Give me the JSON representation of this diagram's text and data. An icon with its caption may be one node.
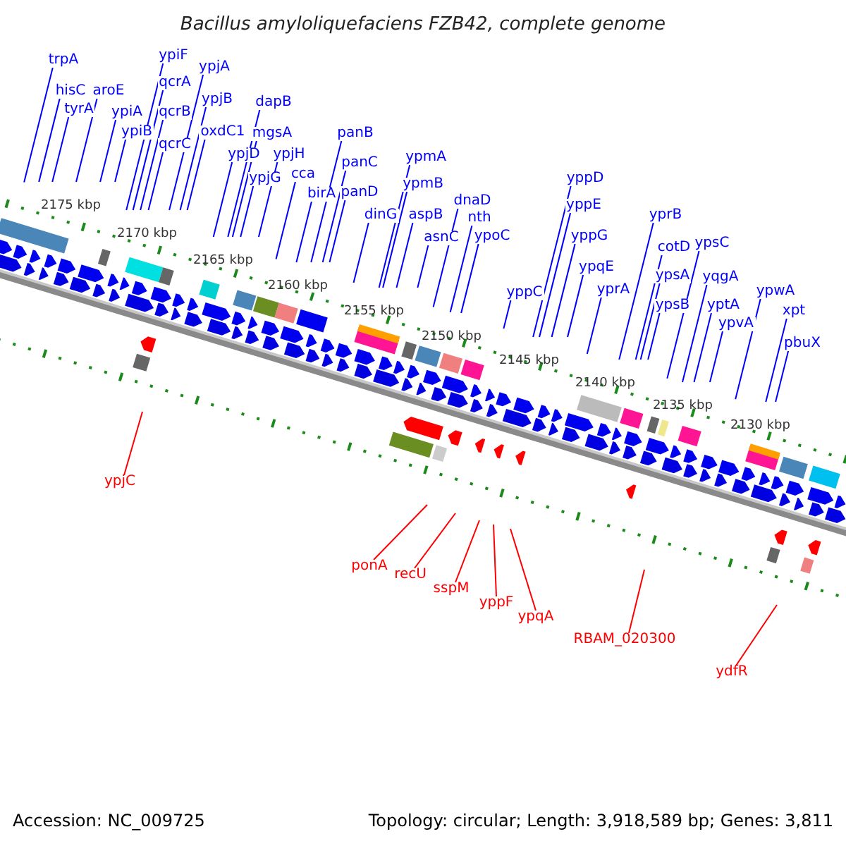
{
  "diagram": {
    "title": "Bacillus amyloliquefaciens FZB42, complete genome",
    "nodes": [
      {
        "text": [
          "trpA"
        ]
      },
      {
        "text": [
          "hisC"
        ]
      },
      {
        "text": [
          "tyrA"
        ]
      },
      {
        "text": [
          "aroE"
        ]
      },
      {
        "text": [
          "ypiA"
        ]
      },
      {
        "text": [
          "ypiB"
        ]
      },
      {
        "text": [
          "ypiF"
        ]
      },
      {
        "text": [
          "qcrA"
        ]
      },
      {
        "text": [
          "qcrB"
        ]
      },
      {
        "text": [
          "qcrC"
        ]
      },
      {
        "text": [
          "ypjA"
        ]
      },
      {
        "text": [
          "ypjB"
        ]
      },
      {
        "text": [
          "oxdC1"
        ]
      },
      {
        "text": [
          "dapB"
        ]
      },
      {
        "text": [
          "mgsA"
        ]
      },
      {
        "text": [
          "ypjD"
        ]
      },
      {
        "text": [
          "ypjG"
        ]
      },
      {
        "text": [
          "ypjH"
        ]
      },
      {
        "text": [
          "cca"
        ]
      },
      {
        "text": [
          "birA"
        ]
      },
      {
        "text": [
          "panB"
        ]
      },
      {
        "text": [
          "panC"
        ]
      },
      {
        "text": [
          "panD"
        ]
      },
      {
        "text": [
          "dinG"
        ]
      },
      {
        "text": [
          "ypmA"
        ]
      },
      {
        "text": [
          "ypmB"
        ]
      },
      {
        "text": [
          "aspB"
        ]
      },
      {
        "text": [
          "asnC"
        ]
      },
      {
        "text": [
          "dnaD"
        ]
      },
      {
        "text": [
          "nth"
        ]
      },
      {
        "text": [
          "ypoC"
        ]
      },
      {
        "text": [
          "yppC"
        ]
      },
      {
        "text": [
          "yppD"
        ]
      },
      {
        "text": [
          "yppE"
        ]
      },
      {
        "text": [
          "yppG"
        ]
      },
      {
        "text": [
          "ypqE"
        ]
      },
      {
        "text": [
          "yprA"
        ]
      },
      {
        "text": [
          "yprB"
        ]
      },
      {
        "text": [
          "cotD"
        ]
      },
      {
        "text": [
          "ypsA"
        ]
      },
      {
        "text": [
          "ypsB"
        ]
      },
      {
        "text": [
          "ypsC"
        ]
      },
      {
        "text": [
          "yqgA"
        ]
      },
      {
        "text": [
          "yptA"
        ]
      },
      {
        "text": [
          "ypvA"
        ]
      },
      {
        "text": [
          "ypwA"
        ]
      },
      {
        "text": [
          "xpt"
        ]
      },
      {
        "text": [
          "pbuX"
        ]
      },
      {
        "text": [
          "ypjC"
        ]
      },
      {
        "text": [
          "ponA"
        ]
      },
      {
        "text": [
          "recU"
        ]
      },
      {
        "text": [
          "sspM"
        ]
      },
      {
        "text": [
          "yppF"
        ]
      },
      {
        "text": [
          "ypqA"
        ]
      },
      {
        "text": [
          "RBAM_020300"
        ]
      },
      {
        "text": [
          "ydfR"
        ]
      }
    ],
    "edges": [
      {
        "from": 0,
        "to": null,
        "arrow": "none"
      },
      {
        "from": 1,
        "to": null,
        "arrow": "none"
      },
      {
        "from": 2,
        "to": null,
        "arrow": "none"
      },
      {
        "from": 3,
        "to": null,
        "arrow": "none"
      },
      {
        "from": 4,
        "to": null,
        "arrow": "none"
      },
      {
        "from": 5,
        "to": null,
        "arrow": "none"
      },
      {
        "from": 6,
        "to": null,
        "arrow": "none"
      },
      {
        "from": 7,
        "to": null,
        "arrow": "none"
      },
      {
        "from": 8,
        "to": null,
        "arrow": "none"
      },
      {
        "from": 9,
        "to": null,
        "arrow": "none"
      },
      {
        "from": 10,
        "to": null,
        "arrow": "none"
      },
      {
        "from": 11,
        "to": null,
        "arrow": "none"
      },
      {
        "from": 12,
        "to": null,
        "arrow": "none"
      },
      {
        "from": 13,
        "to": null,
        "arrow": "none"
      },
      {
        "from": 14,
        "to": null,
        "arrow": "none"
      },
      {
        "from": 15,
        "to": null,
        "arrow": "none"
      },
      {
        "from": 16,
        "to": null,
        "arrow": "none"
      },
      {
        "from": 17,
        "to": null,
        "arrow": "none"
      },
      {
        "from": 18,
        "to": null,
        "arrow": "none"
      },
      {
        "from": 19,
        "to": null,
        "arrow": "none"
      },
      {
        "from": 20,
        "to": null,
        "arrow": "none"
      },
      {
        "from": 21,
        "to": null,
        "arrow": "none"
      },
      {
        "from": 22,
        "to": null,
        "arrow": "none"
      },
      {
        "from": 23,
        "to": null,
        "arrow": "none"
      },
      {
        "from": 24,
        "to": null,
        "arrow": "none"
      },
      {
        "from": 25,
        "to": null,
        "arrow": "none"
      },
      {
        "from": 26,
        "to": null,
        "arrow": "none"
      },
      {
        "from": 27,
        "to": null,
        "arrow": "none"
      },
      {
        "from": 28,
        "to": null,
        "arrow": "none"
      },
      {
        "from": 29,
        "to": null,
        "arrow": "none"
      },
      {
        "from": 30,
        "to": null,
        "arrow": "none"
      },
      {
        "from": 31,
        "to": null,
        "arrow": "none"
      },
      {
        "from": 32,
        "to": null,
        "arrow": "none"
      },
      {
        "from": 33,
        "to": null,
        "arrow": "none"
      },
      {
        "from": 34,
        "to": null,
        "arrow": "none"
      },
      {
        "from": 35,
        "to": null,
        "arrow": "none"
      },
      {
        "from": 36,
        "to": null,
        "arrow": "none"
      },
      {
        "from": 37,
        "to": null,
        "arrow": "none"
      },
      {
        "from": 38,
        "to": null,
        "arrow": "none"
      },
      {
        "from": 39,
        "to": null,
        "arrow": "none"
      },
      {
        "from": 40,
        "to": null,
        "arrow": "none"
      },
      {
        "from": 41,
        "to": null,
        "arrow": "none"
      },
      {
        "from": 42,
        "to": null,
        "arrow": "none"
      },
      {
        "from": 43,
        "to": null,
        "arrow": "none"
      },
      {
        "from": 44,
        "to": null,
        "arrow": "none"
      },
      {
        "from": 45,
        "to": null,
        "arrow": "none"
      },
      {
        "from": 46,
        "to": null,
        "arrow": "none"
      },
      {
        "from": 47,
        "to": null,
        "arrow": "none"
      },
      {
        "from": 48,
        "to": null,
        "arrow": "none",
        "color": "#ff0000"
      },
      {
        "from": 49,
        "to": null,
        "arrow": "none",
        "color": "#ff0000"
      },
      {
        "from": 50,
        "to": null,
        "arrow": "none",
        "color": "#ff0000"
      },
      {
        "from": 51,
        "to": null,
        "arrow": "none",
        "color": "#ff0000"
      },
      {
        "from": 52,
        "to": null,
        "arrow": "none",
        "color": "#ff0000"
      },
      {
        "from": 53,
        "to": null,
        "arrow": "none",
        "color": "#ff0000"
      },
      {
        "from": 54,
        "to": null,
        "arrow": "none",
        "color": "#ff0000"
      },
      {
        "from": 55,
        "to": null,
        "arrow": "none",
        "color": "#ff0000"
      }
    ],
    "labels": [
      "2175 kbp",
      "2170 kbp",
      "2165 kbp",
      "2160 kbp",
      "2155 kbp",
      "2150 kbp",
      "2145 kbp",
      "2140 kbp",
      "2135 kbp",
      "2130 kbp",
      "Accession: NC_009725",
      "Topology: circular; Length: 3,918,589 bp; Genes: 3,811"
    ]
  }
}
